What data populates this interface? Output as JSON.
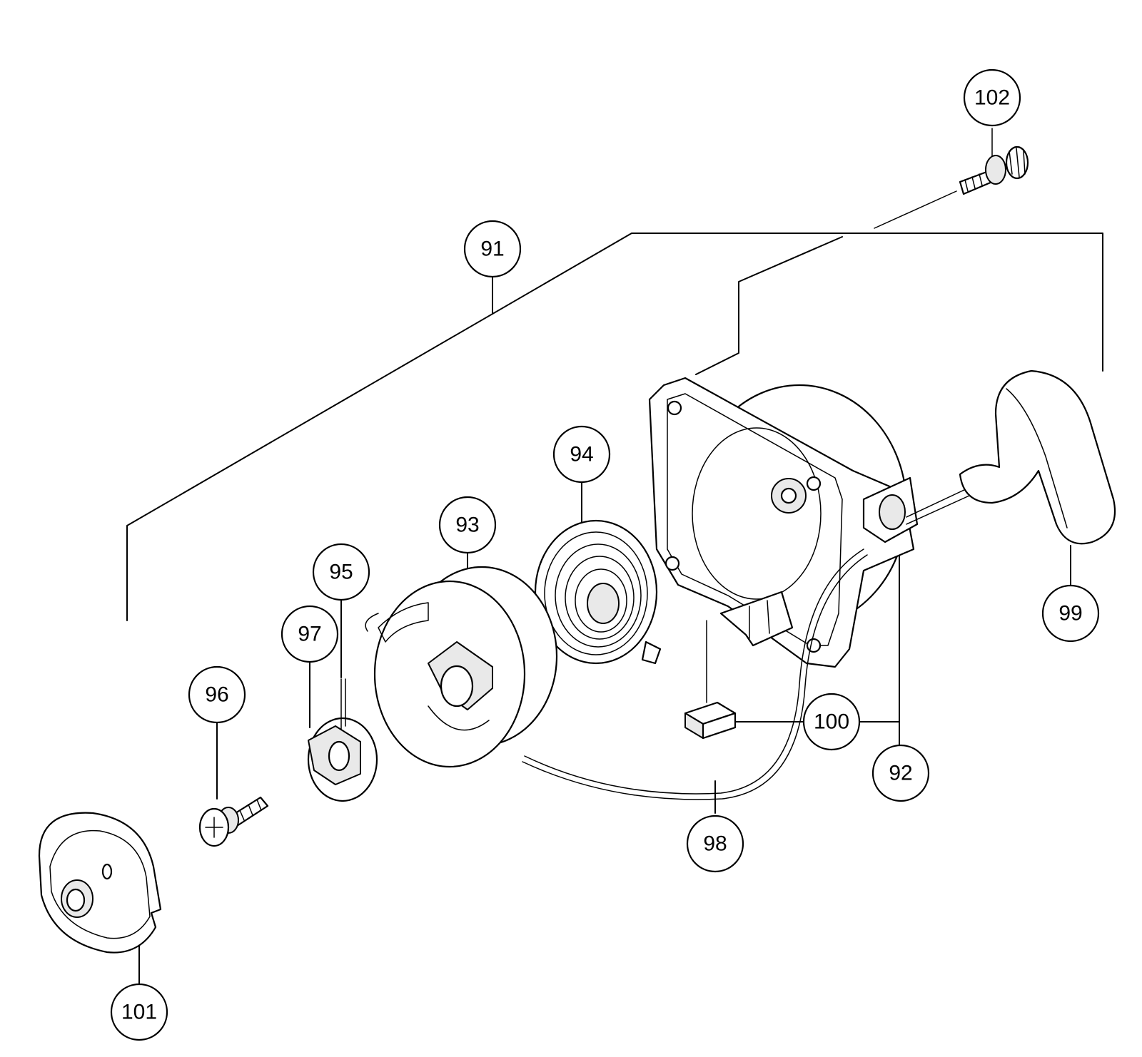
{
  "callouts": [
    {
      "id": "c91",
      "label": "91"
    },
    {
      "id": "c92",
      "label": "92"
    },
    {
      "id": "c93",
      "label": "93"
    },
    {
      "id": "c94",
      "label": "94"
    },
    {
      "id": "c95",
      "label": "95"
    },
    {
      "id": "c96",
      "label": "96"
    },
    {
      "id": "c97",
      "label": "97"
    },
    {
      "id": "c98",
      "label": "98"
    },
    {
      "id": "c99",
      "label": "99"
    },
    {
      "id": "c100",
      "label": "100"
    },
    {
      "id": "c101",
      "label": "101"
    },
    {
      "id": "c102",
      "label": "102"
    }
  ]
}
